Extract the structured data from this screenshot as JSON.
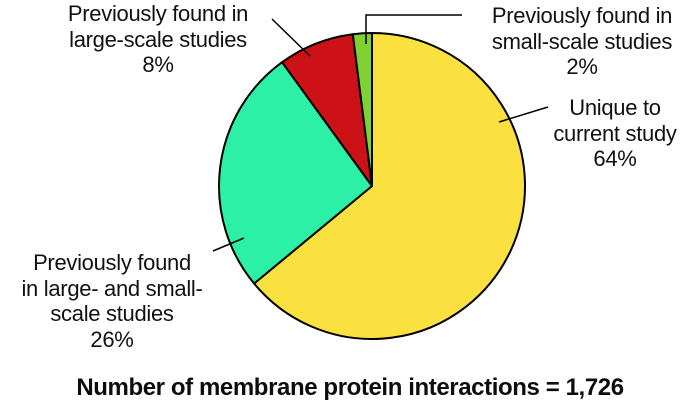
{
  "chart_data": {
    "type": "pie",
    "caption": "Number of membrane protein interactions = 1,726",
    "total": 1726,
    "direction": "clockwise",
    "start_angle_deg": 0,
    "legend_position": "callout-labels",
    "background_color": "#ffffff",
    "outline_color": "#000000",
    "slices": [
      {
        "label": "Unique to current study",
        "pct": 64,
        "color": "#FAE13F",
        "label_lines": [
          "Unique to",
          "current study",
          "64%"
        ]
      },
      {
        "label": "Previously found in large- and small-scale studies",
        "pct": 26,
        "color": "#2BF0A5",
        "label_lines": [
          "Previously found",
          "in large- and small-",
          "scale studies",
          "26%"
        ]
      },
      {
        "label": "Previously found in large-scale studies",
        "pct": 8,
        "color": "#CC1117",
        "label_lines": [
          "Previously found in",
          "large-scale studies",
          "8%"
        ]
      },
      {
        "label": "Previously found in small-scale studies",
        "pct": 2,
        "color": "#7FD133",
        "label_lines": [
          "Previously found in",
          "small-scale studies",
          "2%"
        ]
      }
    ]
  }
}
